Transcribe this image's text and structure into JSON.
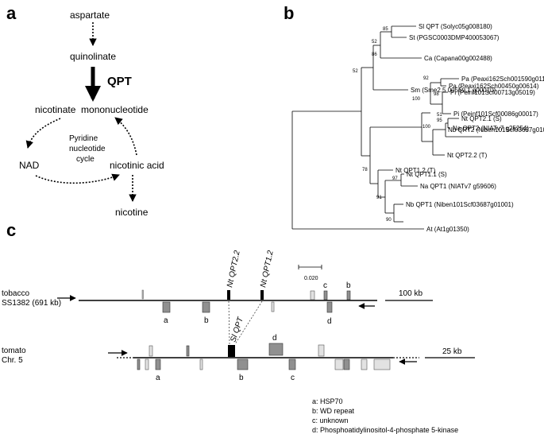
{
  "panel_a": {
    "label": "a",
    "aspartate": "aspartate",
    "quinolinate": "quinolinate",
    "qpt": "QPT",
    "nicotinate_mononucleotide": "nicotinate  mononucleotide",
    "cycle_line1": "Pyridine",
    "cycle_line2": "nucleotide",
    "cycle_line3": "cycle",
    "nad": "NAD",
    "nicotinic_acid": "nicotinic acid",
    "nicotine": "nicotine"
  },
  "panel_b": {
    "label": "b",
    "scale_value": "0.020",
    "taxa": [
      "Sl QPT (Solyc05g008180)",
      "St (PGSC0003DMP400053067)",
      "Ca (Capana00g002488)",
      "Sm (Sme2.5 00569.1 g00010)",
      "Pa (Peaxi162Sch001590g0112)",
      "Pa (Peaxi162Sch00450g00614)",
      "Pi (Peinf101Scf00713g05019)",
      "Pi (Peinf101Scf00086g00017)",
      "Nt QPT2.1 (S)",
      "Na QPT2 (NIATv7 g25254)",
      "Nb QPT2 (Niben101Scf03687g01012)",
      "Nt QPT2.2 (T)",
      "Nt QPT1.2 (T)",
      "Nt QPT1.1 (S)",
      "Na QPT1 (NIATv7 g59606)",
      "Nb QPT1 (Niben101Scf03687g01001)",
      "At (At1g01350)"
    ],
    "bootstraps": [
      "85",
      "52",
      "86",
      "52",
      "92",
      "98",
      "100",
      "51",
      "95",
      "100",
      "78",
      "97",
      "91",
      "90"
    ]
  },
  "panel_c": {
    "label": "c",
    "tobacco_line1": "tobacco",
    "tobacco_line2": "SS1382 (691 kb)",
    "tomato_line1": "tomato",
    "tomato_line2": "Chr. 5",
    "scale_tobacco": "100 kb",
    "scale_tomato": "25 kb",
    "gene_nt_qpt22": "Nt QPT2.2",
    "gene_nt_qpt12": "Nt QPT1.2",
    "gene_sl_qpt": "Sl QPT",
    "letters": {
      "a": "a",
      "b": "b",
      "c": "c",
      "d": "d"
    },
    "legend": [
      "a: HSP70",
      "b: WD repeat",
      "c: unknown",
      "d: Phosphoatidylinositol-4-phosphate 5-kinase"
    ],
    "colors": {
      "dark_box": "#909090",
      "light_box": "#e2e2e2",
      "black": "#000000"
    }
  }
}
